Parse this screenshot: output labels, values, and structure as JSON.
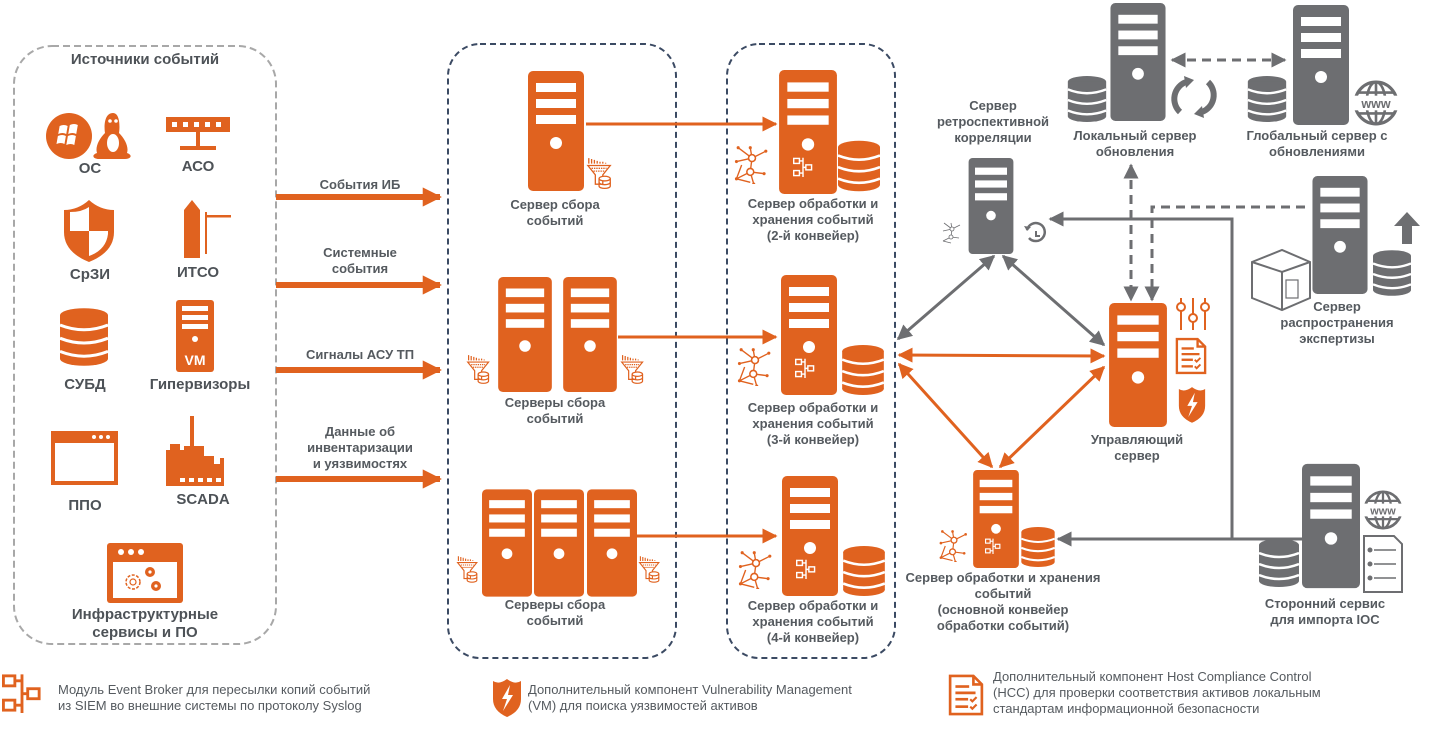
{
  "colors": {
    "orange": "#e0621f",
    "gray_server": "#6d6e71",
    "gray_dark": "#5f6369",
    "navy_dash": "#3b4a63",
    "light_dash": "#a8a8a8",
    "text": "#555a5f"
  },
  "sources": {
    "title": "Источники событий",
    "items": [
      {
        "label": "ОС",
        "icon": "windows-linux-icon"
      },
      {
        "label": "АСО",
        "icon": "network-switch-icon"
      },
      {
        "label": "СрЗИ",
        "icon": "shield-icon"
      },
      {
        "label": "ИТСО",
        "icon": "turnstile-icon"
      },
      {
        "label": "СУБД",
        "icon": "database-icon"
      },
      {
        "label": "Гипервизоры",
        "icon": "vm-server-icon"
      },
      {
        "label": "ППО",
        "icon": "app-window-icon"
      },
      {
        "label": "SCADA",
        "icon": "factory-icon"
      },
      {
        "label": "Инфраструктурные\nсервисы и ПО",
        "icon": "window-gears-icon"
      }
    ]
  },
  "flows": [
    {
      "label": "События ИБ"
    },
    {
      "label": "Системные\nсобытия"
    },
    {
      "label": "Сигналы АСУ ТП"
    },
    {
      "label": "Данные об\nинвентаризации\nи уязвимостях"
    }
  ],
  "collectors": [
    {
      "label": "Сервер сбора\nсобытий",
      "count": 1
    },
    {
      "label": "Серверы сбора\nсобытий",
      "count": 2
    },
    {
      "label": "Серверы сбора\nсобытий",
      "count": 3
    }
  ],
  "processors": [
    {
      "label": "Сервер обработки и\nхранения событий\n(2-й конвейер)"
    },
    {
      "label": "Сервер обработки и\nхранения событий\n(3-й конвейер)"
    },
    {
      "label": "Сервер обработки и\nхранения событий\n(4-й конвейер)"
    }
  ],
  "retro": {
    "label": "Сервер\nретроспективной\nкорреляции"
  },
  "local_update": {
    "label": "Локальный сервер\nобновления"
  },
  "global_update": {
    "label": "Глобальный сервер с\nобновлениями"
  },
  "expertise": {
    "label": "Сервер\nраспространения\nэкспертизы"
  },
  "manager": {
    "label": "Управляющий\nсервер"
  },
  "main_processor": {
    "label": "Сервер обработки и хранения\nсобытий\n(основной конвейер\nобработки событий)"
  },
  "ioc": {
    "label": "Сторонний сервис\nдля импорта IOC"
  },
  "legend": [
    {
      "icon": "event-broker-icon",
      "text": "Модуль Event Broker для пересылки копий событий\nиз SIEM во внешние системы по протоколу Syslog"
    },
    {
      "icon": "vm-shield-icon",
      "text": "Дополнительный компонент Vulnerability Management\n(VM) для поиска уязвимостей активов"
    },
    {
      "icon": "hcc-document-icon",
      "text": "Дополнительный компонент Host Compliance Control\n(HCC) для проверки соответствия активов локальным\nстандартам информационной безопасности"
    }
  ]
}
